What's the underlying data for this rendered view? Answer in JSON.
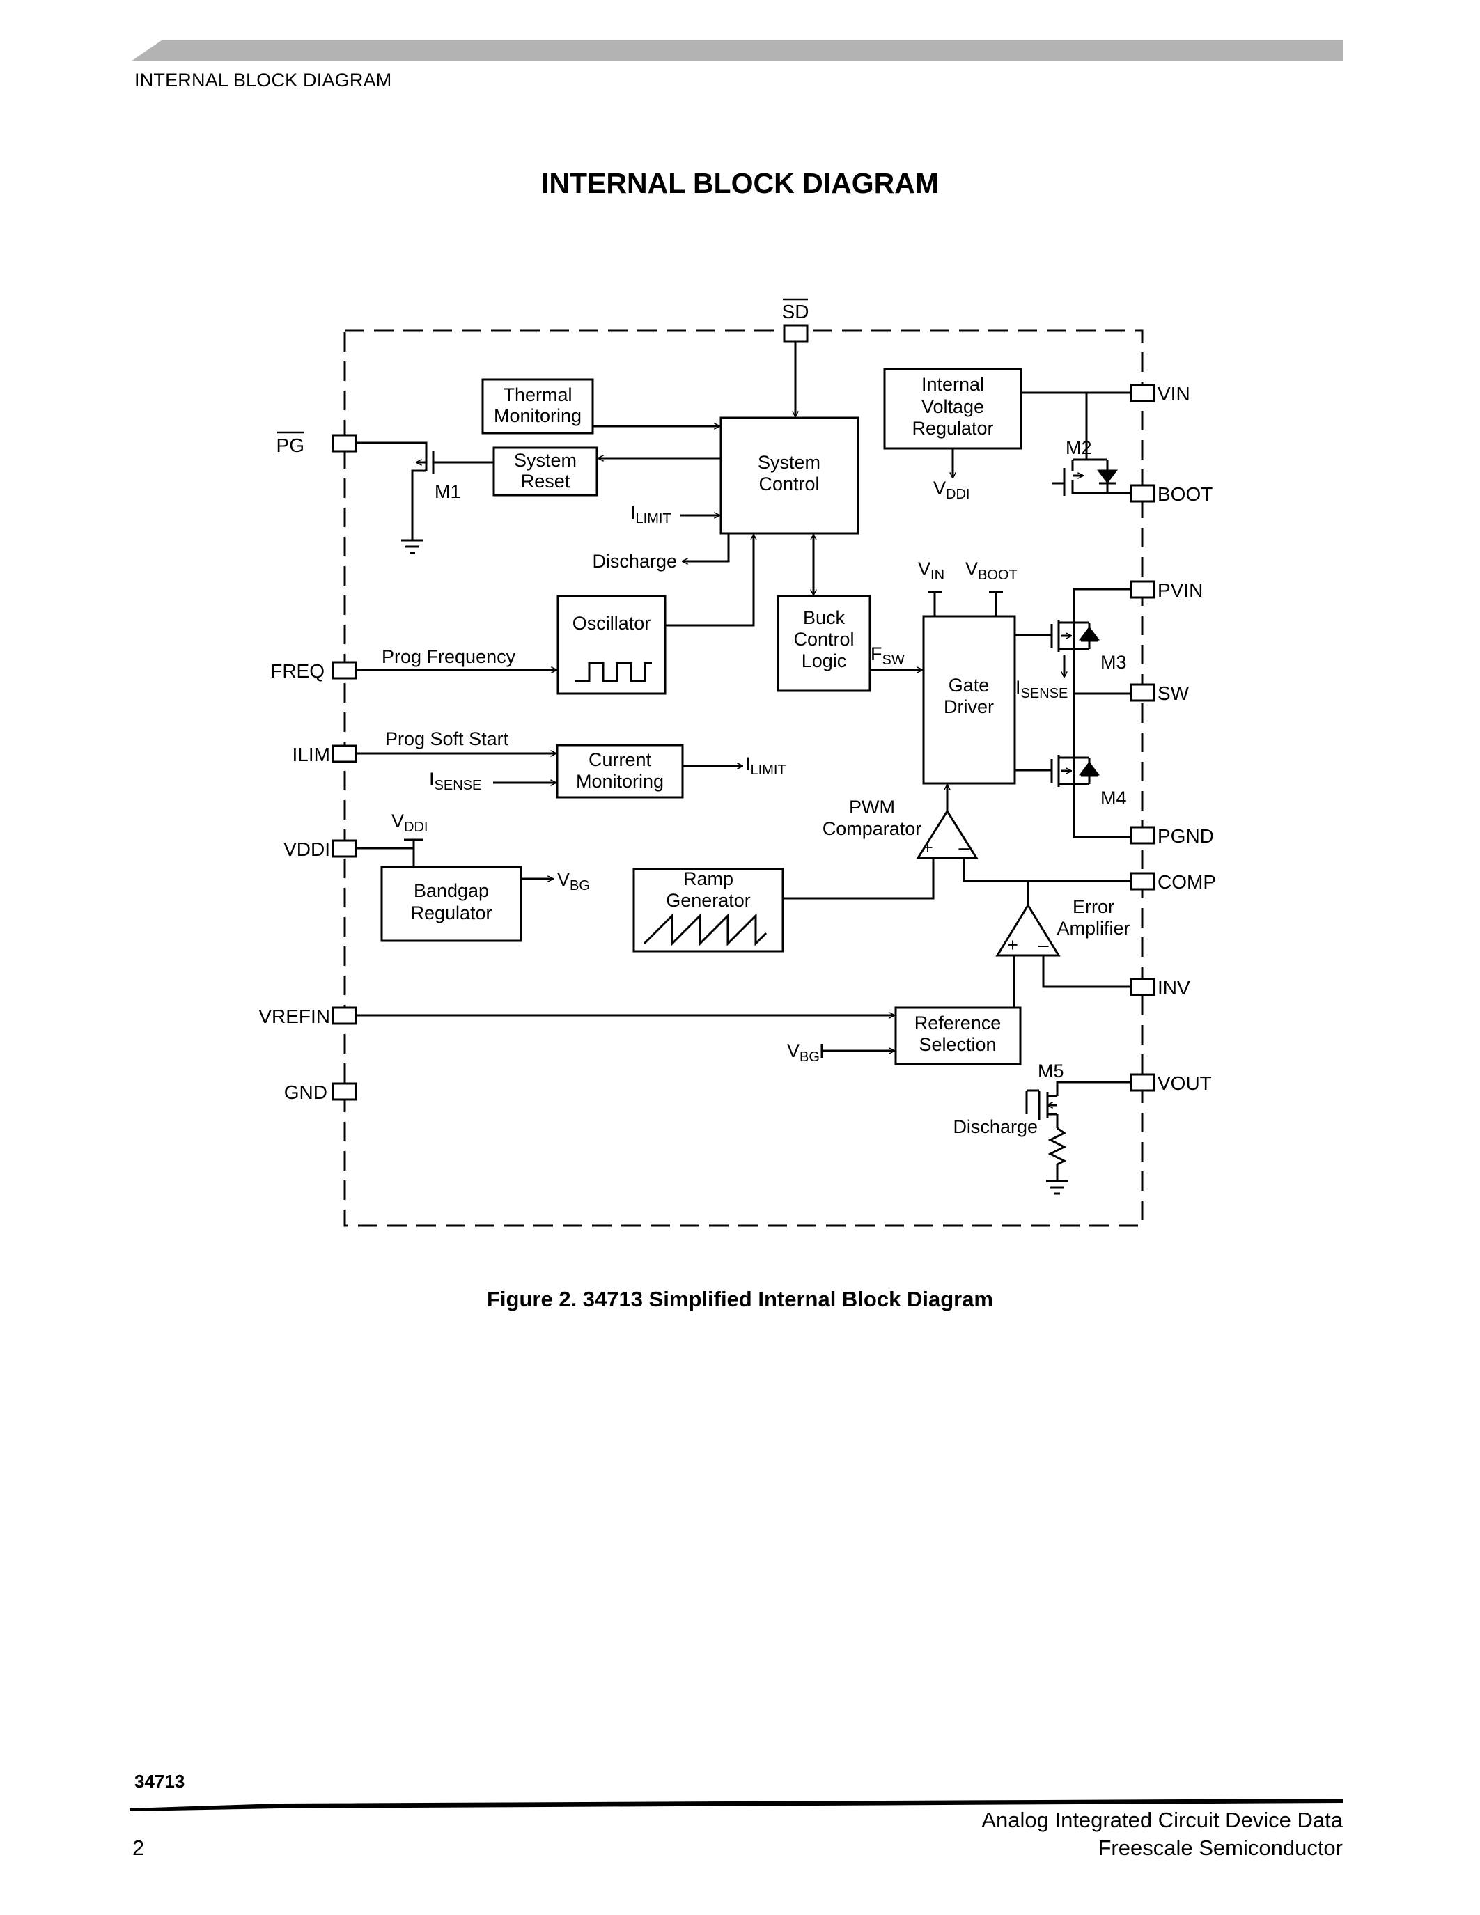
{
  "header": {
    "running_head": "INTERNAL BLOCK DIAGRAM"
  },
  "page_title": "INTERNAL BLOCK DIAGRAM",
  "diagram": {
    "pins": {
      "sd": "SD",
      "pg": "PG",
      "freq": "FREQ",
      "ilim": "ILIM",
      "vddi": "VDDI",
      "vrefin": "VREFIN",
      "gnd": "GND",
      "vin": "VIN",
      "boot": "BOOT",
      "pvin": "PVIN",
      "sw": "SW",
      "pgnd": "PGND",
      "comp": "COMP",
      "inv": "INV",
      "vout": "VOUT"
    },
    "blocks": {
      "thermal_monitoring": [
        "Thermal",
        "Monitoring"
      ],
      "system_reset": [
        "System",
        "Reset"
      ],
      "system_control": [
        "System",
        "Control"
      ],
      "internal_voltage_regulator": [
        "Internal",
        "Voltage",
        "Regulator"
      ],
      "oscillator": "Oscillator",
      "buck_control_logic": [
        "Buck",
        "Control",
        "Logic"
      ],
      "gate_driver": [
        "Gate",
        "Driver"
      ],
      "current_monitoring": [
        "Current",
        "Monitoring"
      ],
      "bandgap_regulator": [
        "Bandgap",
        "Regulator"
      ],
      "ramp_generator": [
        "Ramp",
        "Generator"
      ],
      "reference_selection": [
        "Reference",
        "Selection"
      ]
    },
    "labels": {
      "m1": "M1",
      "m2": "M2",
      "m3": "M3",
      "m4": "M4",
      "m5": "M5",
      "ilimit_in": {
        "main": "I",
        "sub": "LIMIT"
      },
      "ilimit_out": {
        "main": "I",
        "sub": "LIMIT"
      },
      "discharge_top": "Discharge",
      "discharge_bottom": "Discharge",
      "vddi_reg": {
        "main": "V",
        "sub": "DDI"
      },
      "vddi_pin": {
        "main": "V",
        "sub": "DDI"
      },
      "vin_supply": {
        "main": "V",
        "sub": "IN"
      },
      "vboot_supply": {
        "main": "V",
        "sub": "BOOT"
      },
      "fsw": {
        "main": "F",
        "sub": "SW"
      },
      "isense_gate": {
        "main": "I",
        "sub": "SENSE"
      },
      "isense_in": {
        "main": "I",
        "sub": "SENSE"
      },
      "prog_frequency": "Prog Frequency",
      "prog_soft_start": "Prog Soft Start",
      "vbg_out": {
        "main": "V",
        "sub": "BG"
      },
      "vbg_in": {
        "main": "V",
        "sub": "BG"
      },
      "pwm_comparator": [
        "PWM",
        "Comparator"
      ],
      "error_amplifier": [
        "Error",
        "Amplifier"
      ],
      "plus": "+",
      "minus": "–"
    }
  },
  "caption": "Figure 2. 34713 Simplified Internal Block Diagram",
  "footer": {
    "part_number": "34713",
    "page_number": "2",
    "line1": "Analog Integrated Circuit Device Data",
    "line2": "Freescale Semiconductor"
  }
}
